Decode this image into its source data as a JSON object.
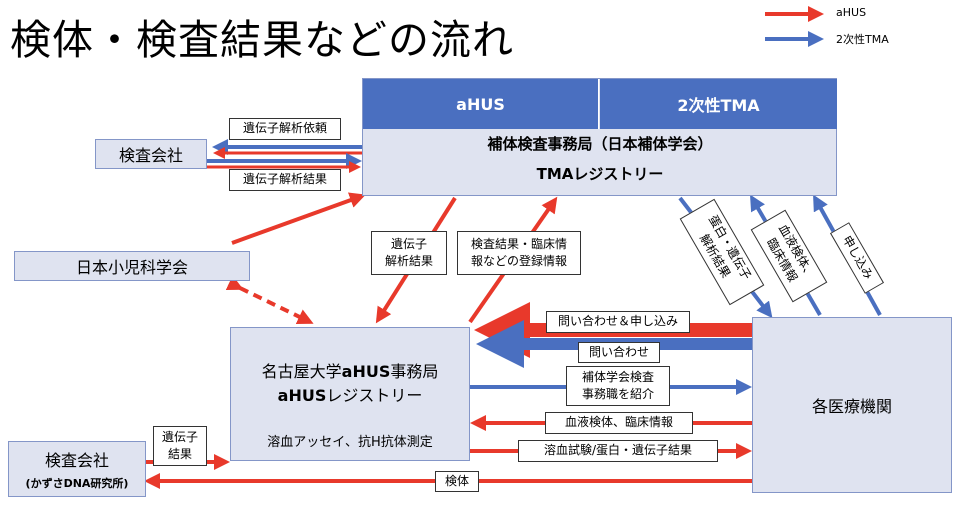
{
  "title": "検体・検査結果などの流れ",
  "legend": {
    "red": {
      "label": "aHUS",
      "color": "#e8392b"
    },
    "blue": {
      "label": "2次性TMA",
      "color": "#4a6fc0"
    }
  },
  "central": {
    "header_left": "aHUS",
    "header_right": "2次性TMA",
    "line1": "補体検査事務局（日本補体学会）",
    "line2": "TMAレジストリー"
  },
  "nodes": {
    "lab_company_top": "検査会社",
    "pediatrics": "日本小児科学会",
    "nagoya": {
      "line1_prefix": "名古屋大学",
      "line1_bold": "aHUS",
      "line1_suffix": "事務局",
      "line2_bold": "aHUS",
      "line2_suffix": "レジストリー",
      "line3": "溶血アッセイ、抗H抗体測定"
    },
    "lab_company_bottom": {
      "line1": "検査会社",
      "line2": "(かずさDNA研究所)"
    },
    "hospitals": "各医療機関"
  },
  "labels": {
    "gene_request": "遺伝子解析依頼",
    "gene_result_top": "遺伝子解析結果",
    "gene_result_mid": [
      "遺伝子",
      "解析結果"
    ],
    "registry_info": [
      "検査結果・臨床情",
      "報などの登録情報"
    ],
    "protein_gene_result": [
      "蛋白・遺伝子",
      "解析結果"
    ],
    "blood_clinical": [
      "血液検体、",
      "臨床情報"
    ],
    "application": "申し込み",
    "inquiry_apply": "問い合わせ＆申し込み",
    "inquiry": "問い合わせ",
    "introduce": [
      "補体学会検査",
      "事務職を紹介"
    ],
    "blood_clinical_h": "血液検体、臨床情報",
    "hemolysis_result": "溶血試験/蛋白・遺伝子結果",
    "gene_result_bottom": [
      "遺伝子",
      "結果"
    ],
    "specimen": "検体"
  }
}
